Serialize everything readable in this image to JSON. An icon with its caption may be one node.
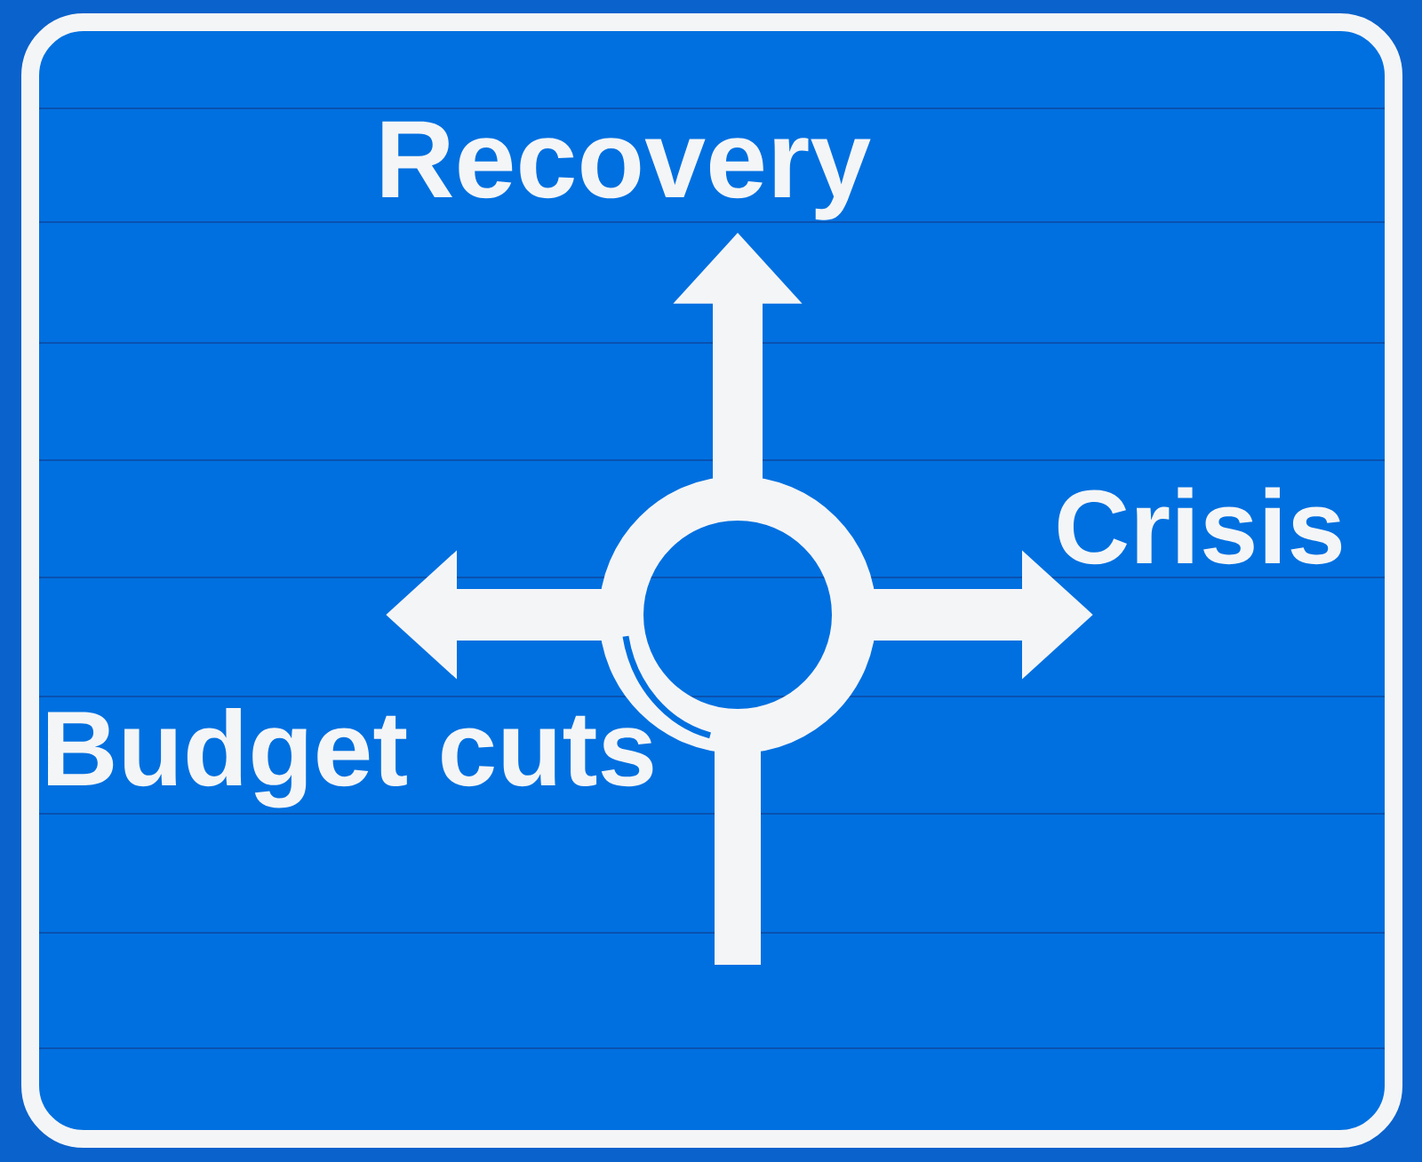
{
  "diagram": {
    "nodes": [
      {
        "text": [
          "Recovery"
        ]
      },
      {
        "text": [
          "Crisis"
        ]
      },
      {
        "text": [],
        "shape": "circle"
      },
      {
        "text": [
          "Budget cuts"
        ]
      }
    ],
    "edges": [
      {
        "from": 2,
        "to": 0,
        "arrow": "to"
      },
      {
        "from": 2,
        "to": 1,
        "arrow": "to"
      },
      {
        "from": 2,
        "to": 3,
        "arrow": "to"
      },
      {
        "from": null,
        "to": 2,
        "arrow": "none"
      }
    ]
  }
}
